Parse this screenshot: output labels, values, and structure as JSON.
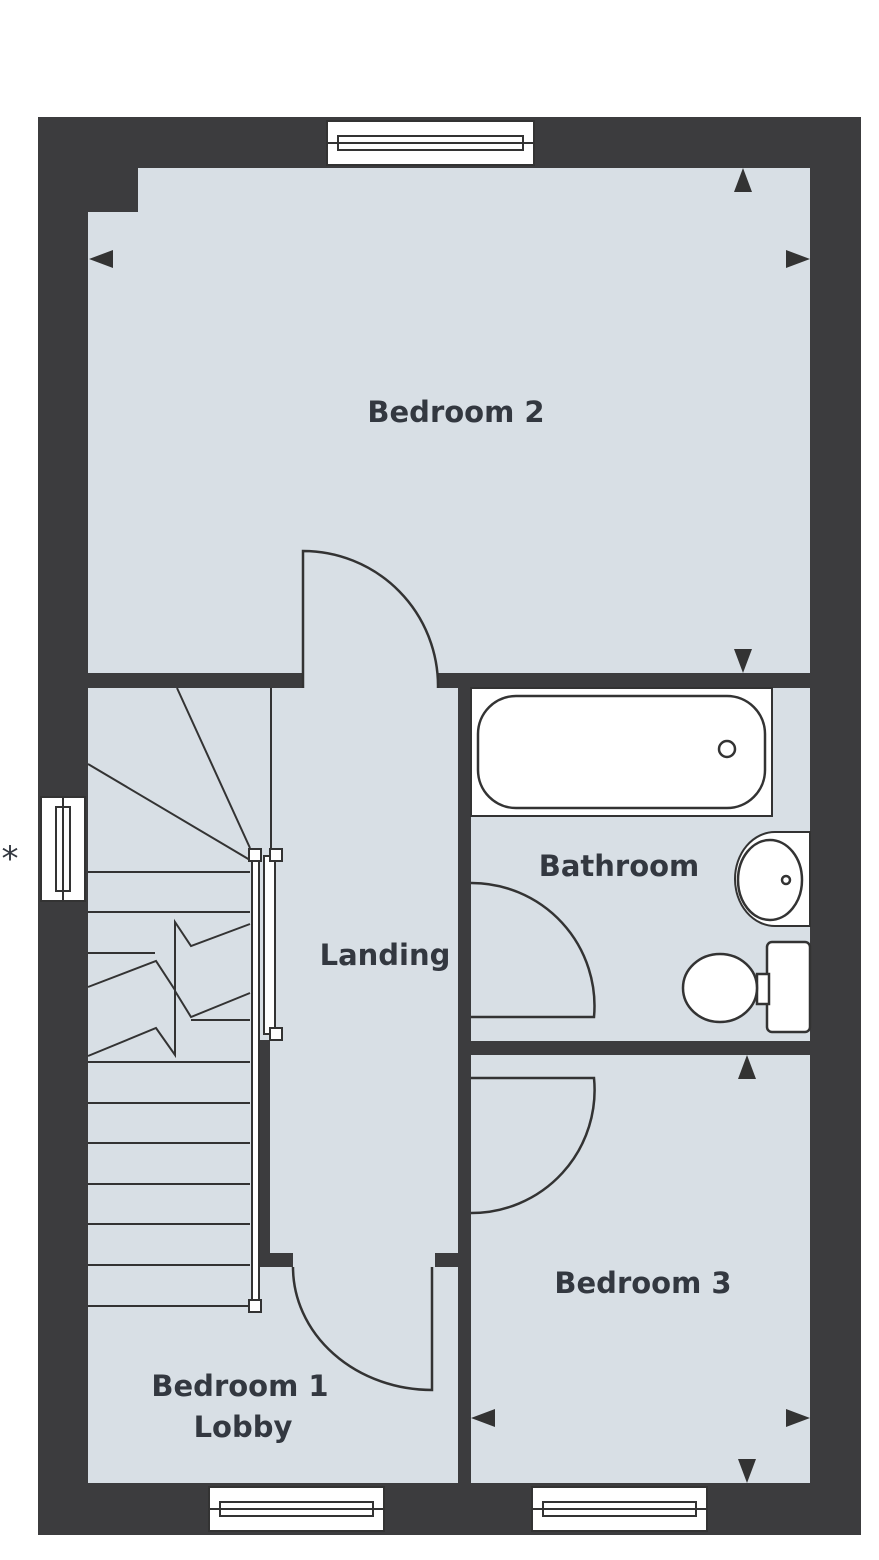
{
  "colors": {
    "wall": "#3c3c3e",
    "floor": "#d8dfe5",
    "line": "#333333",
    "fixture": "#ffffff",
    "text": "#333840"
  },
  "rooms": {
    "bedroom2": "Bedroom 2",
    "landing": "Landing",
    "bathroom": "Bathroom",
    "bedroom3": "Bedroom 3",
    "bedroom1_line1": "Bedroom 1",
    "bedroom1_line2": "Lobby"
  },
  "note_mark": "*"
}
